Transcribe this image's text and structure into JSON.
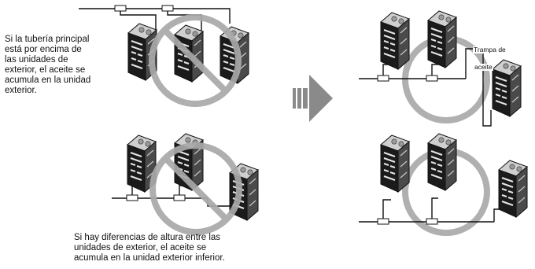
{
  "captions": {
    "top": [
      "Si la tubería principal",
      "está por encima de",
      "las unidades de",
      "exterior, el aceite se",
      "acumula en la unidad",
      "exterior."
    ],
    "bottom": [
      "Si hay diferencias de altura entre las",
      "unidades de exterior, el aceite se",
      "acumula en la unidad exterior inferior."
    ]
  },
  "labels": {
    "oil_trap_line1": "Trampa de",
    "oil_trap_line2": "aceite"
  },
  "icons": [
    "outdoor-unit-icon",
    "prohibited-sign-icon",
    "ok-circle-icon",
    "right-arrow-icon",
    "pipe-tee-icon"
  ],
  "colors": {
    "sign": "#a9a9a9",
    "unit_body": "#1b1b1b",
    "unit_side": "#4a4a4a",
    "unit_top": "#cfcfcf",
    "pipe": "#111111",
    "arrow": "#8a8a8a"
  }
}
